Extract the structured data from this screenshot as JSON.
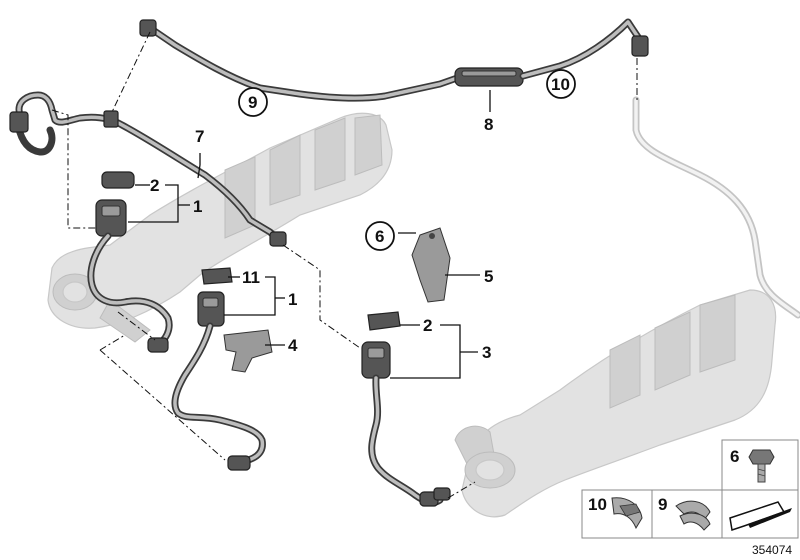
{
  "callouts": {
    "c1a": "1",
    "c1b": "1",
    "c2a": "2",
    "c2b": "2",
    "c3": "3",
    "c4": "4",
    "c5": "5",
    "c6": "6",
    "c7": "7",
    "c8": "8",
    "c9": "9",
    "c10": "10",
    "c11": "11"
  },
  "legend": {
    "item6": "6",
    "item10": "10",
    "item9": "9"
  },
  "diagram_id": "354074"
}
